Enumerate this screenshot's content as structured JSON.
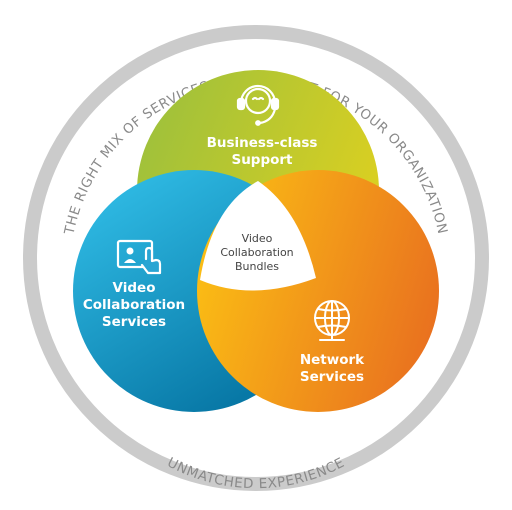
{
  "ring": {
    "top_text": "THE RIGHT MIX OF SERVICES AND SUPPORT FOR YOUR ORGANIZATION",
    "bottom_text": "UNMATCHED EXPERIENCE"
  },
  "circles": {
    "support": {
      "line1": "Business-class",
      "line2": "Support",
      "icon": "headset-agent-icon",
      "color_start": "#9bc13c",
      "color_end": "#d6cd24"
    },
    "video": {
      "line1": "Video",
      "line2": "Collaboration",
      "line3": "Services",
      "icon": "touch-screen-icon",
      "color_start": "#2fbde8",
      "color_end": "#0a7fab"
    },
    "network": {
      "line1": "Network",
      "line2": "Services",
      "icon": "globe-network-icon",
      "color_start": "#f7b717",
      "color_end": "#ea7a22"
    }
  },
  "center": {
    "line1": "Video",
    "line2": "Collaboration",
    "line3": "Bundles"
  },
  "colors": {
    "ring": "#c9c9c9",
    "ring_text": "#8a8a8a"
  }
}
